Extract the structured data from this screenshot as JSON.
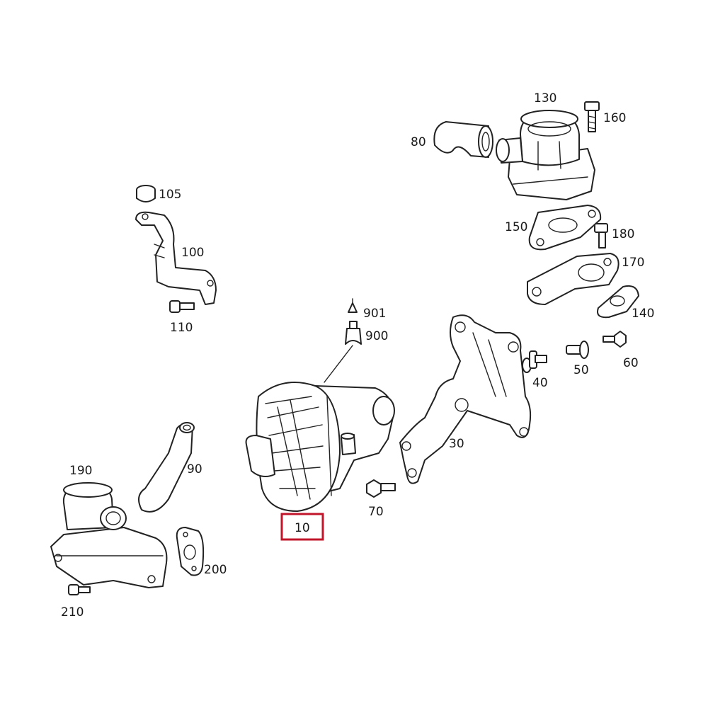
{
  "highlight_color": "#c0152a",
  "callouts": {
    "p10": "10",
    "p30": "30",
    "p40": "40",
    "p50": "50",
    "p60": "60",
    "p70": "70",
    "p80": "80",
    "p90": "90",
    "p100": "100",
    "p105": "105",
    "p110": "110",
    "p130": "130",
    "p140": "140",
    "p150": "150",
    "p160": "160",
    "p170": "170",
    "p180": "180",
    "p190": "190",
    "p200": "200",
    "p210": "210",
    "p900": "900",
    "p901": "901"
  },
  "highlighted_part": "10"
}
